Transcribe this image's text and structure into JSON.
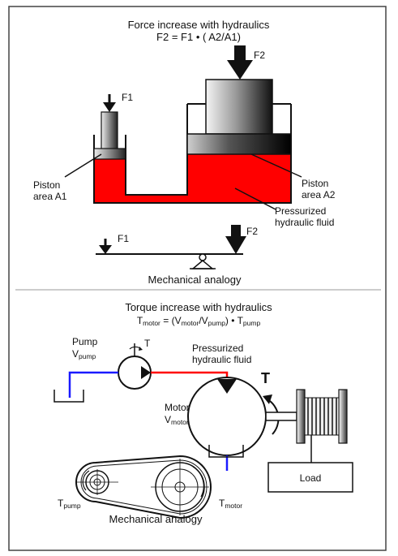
{
  "top": {
    "title": "Force increase with hydraulics",
    "formula": "F2 = F1 • ( A2/A1)",
    "f1": "F1",
    "f2": "F2",
    "piston_a1_line1": "Piston",
    "piston_a1_line2": "area A1",
    "piston_a2_line1": "Piston",
    "piston_a2_line2": "area A2",
    "fluid_line1": "Pressurized",
    "fluid_line2": "hydraulic fluid",
    "analogy_f1": "F1",
    "analogy_f2": "F2",
    "analogy_label": "Mechanical analogy"
  },
  "bottom": {
    "title": "Torque increase with hydraulics",
    "formula_t": "T",
    "formula_t_sub": "motor",
    "formula_eq": " = (V",
    "formula_v1_sub": "motor",
    "formula_slash": "/V",
    "formula_v2_sub": "pump",
    "formula_close": ") • T",
    "formula_t2_sub": "pump",
    "pump": "Pump",
    "pump_v": "V",
    "pump_v_sub": "pump",
    "pump_t": "T",
    "fluid_line1": "Pressurized",
    "fluid_line2": "hydraulic fluid",
    "torque_t": "T",
    "motor": "Motor",
    "motor_v": "V",
    "motor_v_sub": "motor",
    "load": "Load",
    "tpump": "T",
    "tpump_sub": "pump",
    "tmotor": "T",
    "tmotor_sub": "motor",
    "analogy_label": "Mechanical analogy"
  },
  "colors": {
    "fluid": "#ff0000",
    "low_pressure_line": "#1a1aff",
    "ink": "#111111"
  }
}
